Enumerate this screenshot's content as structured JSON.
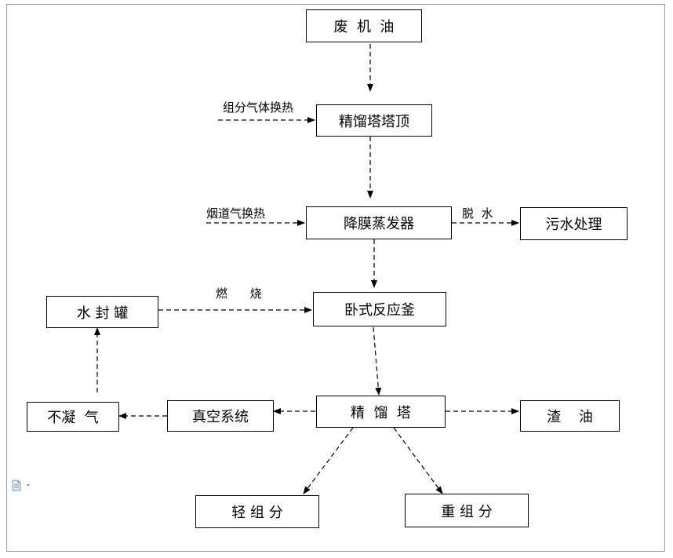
{
  "nodes": {
    "waste_oil": "废  机  油",
    "column_top": "精馏塔塔顶",
    "film_evaporator": "降膜蒸发器",
    "sewage": "污水处理",
    "reactor": "卧式反应釜",
    "water_seal": "水 封 罐",
    "column": "精  馏  塔",
    "vacuum": "真空系统",
    "noncondensable": "不凝  气",
    "residue": "渣    油",
    "light": "轻 组 分",
    "heavy": "重 组 分"
  },
  "labels": {
    "gas_exchange": "组分气体换热",
    "flue_exchange": "烟道气换热",
    "dehydrate": "脱  水",
    "burn": "燃      烧"
  },
  "icons": {
    "doc": "document-icon"
  }
}
